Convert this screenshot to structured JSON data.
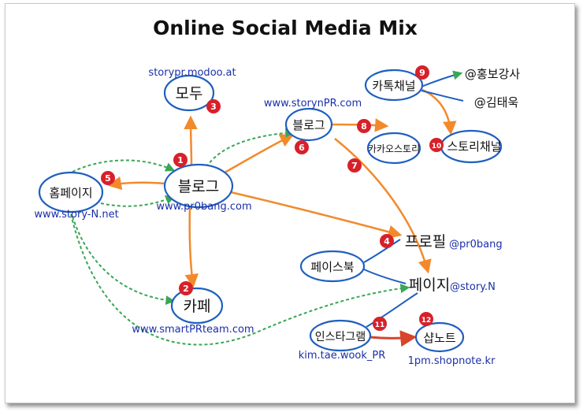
{
  "title": "Online Social Media Mix",
  "nodes": {
    "blog": {
      "label": "블로그",
      "badge": "1",
      "url": "www.pr0bang.com"
    },
    "cafe": {
      "label": "카페",
      "badge": "2",
      "url": "www.smartPRteam.com"
    },
    "modoo": {
      "label": "모두",
      "badge": "3",
      "url": "storypr.modoo.at"
    },
    "fb_profile": {
      "label": "프로필",
      "badge": "4",
      "url": "@pr0bang"
    },
    "homepage": {
      "label": "홈페이지",
      "badge": "5",
      "url": "www.story-N.net"
    },
    "naver_blog": {
      "label": "블로그",
      "badge": "6",
      "url": "www.storynPR.com"
    },
    "fb_page": {
      "label": "페이지",
      "badge": "7",
      "url": "@story.N"
    },
    "kakao_story": {
      "label": "카카오스토리",
      "badge": "8"
    },
    "kakao_channel": {
      "label": "카톡채널",
      "badge": "9"
    },
    "story_channel": {
      "label": "스토리채널",
      "badge": "10"
    },
    "instagram": {
      "label": "인스타그램",
      "badge": "11",
      "url": "kim.tae.wook_PR"
    },
    "shopnote": {
      "label": "샵노트",
      "badge": "12",
      "url": "1pm.shopnote.kr"
    },
    "facebook": {
      "label": "페이스북"
    },
    "at_pr_lecturer": {
      "label": "@홍보강사"
    },
    "at_kim": {
      "label": "@김태욱"
    }
  },
  "colors": {
    "orange": "#f28a2c",
    "green": "#3aa655",
    "blue": "#1f5fbf",
    "badge": "#d8202a",
    "url": "#1a2fa8"
  }
}
